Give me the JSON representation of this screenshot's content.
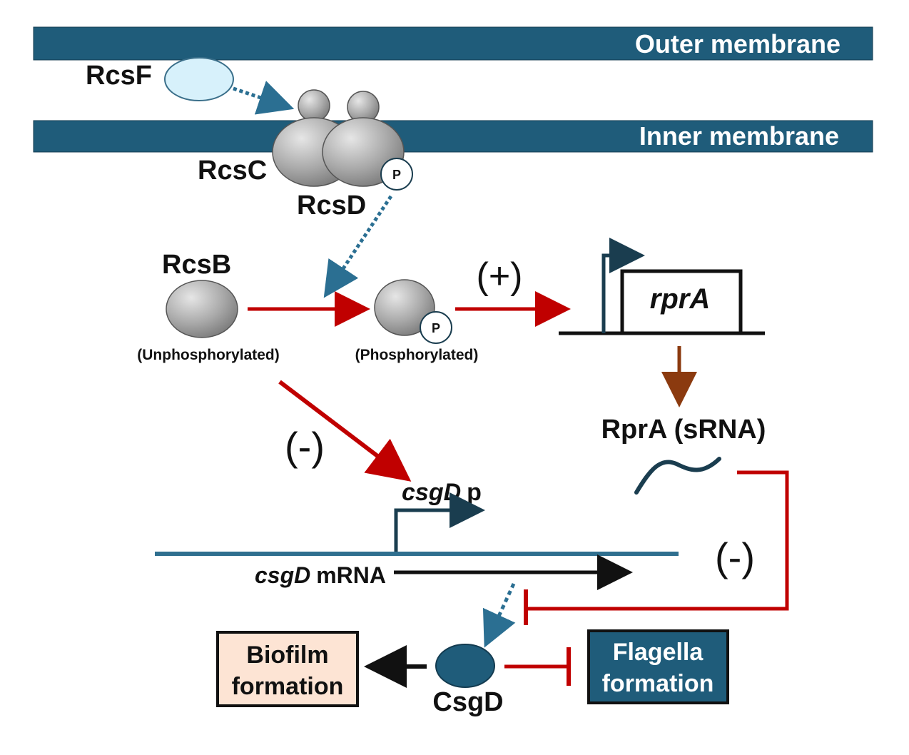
{
  "membranes": {
    "outer": "Outer membrane",
    "inner": "Inner membrane"
  },
  "proteins": {
    "rcsf": "RcsF",
    "rcsc": "RcsC",
    "rcsd": "RcsD",
    "rcsb": "RcsB",
    "csgd": "CsgD"
  },
  "phospho_marker": "P",
  "states": {
    "unphosphorylated": "(Unphosphorylated)",
    "phosphorylated": "(Phosphorylated)"
  },
  "regulation": {
    "positive": "(+)",
    "negative_csgd_promoter": "(-)",
    "negative_srna": "(-)"
  },
  "genes": {
    "rpra_gene": "rprA",
    "rpra_srna_label": "RprA (sRNA)",
    "csgd_promoter_italic": "csgD",
    "csgd_promoter_suffix": "p",
    "csgd_mrna_italic": "csgD",
    "csgd_mrna_suffix": "mRNA"
  },
  "outcomes": {
    "biofilm_line1": "Biofilm",
    "biofilm_line2": "formation",
    "flagella_line1": "Flagella",
    "flagella_line2": "formation"
  },
  "colors": {
    "membrane": "#1f5c7a",
    "activation_red": "#c00000",
    "inhibition_red": "#c00000",
    "dotted_blue": "#2b6f92",
    "srna_brown": "#8b3a0f",
    "biofilm_box": "#fde4d4",
    "flagella_box": "#1f5c7a",
    "rcsf_fill": "#d7f1fb",
    "csgd_fill": "#1f5c7a"
  }
}
